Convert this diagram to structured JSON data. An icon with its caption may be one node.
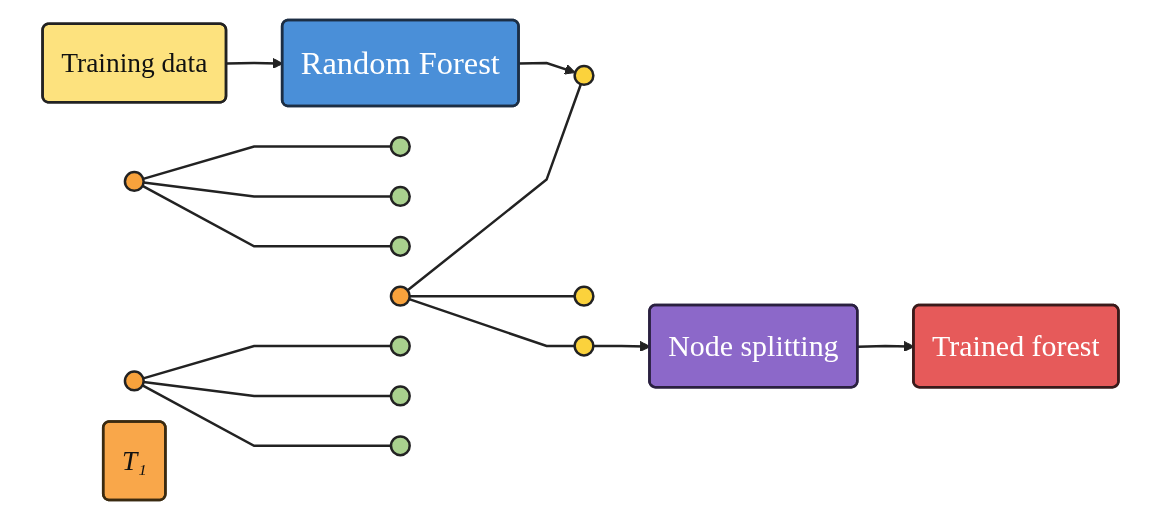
{
  "diagram": {
    "nodes": [
      {
        "text": [
          "Training data"
        ]
      },
      {
        "text": [
          "Random Forest"
        ]
      },
      {
        "text": [],
        "shape": "circle"
      },
      {
        "text": [],
        "shape": "circle"
      },
      {
        "text": [],
        "shape": "circle"
      },
      {
        "text": [],
        "shape": "circle"
      },
      {
        "text": [],
        "shape": "circle"
      },
      {
        "text": [],
        "shape": "circle"
      },
      {
        "text": [],
        "shape": "circle"
      },
      {
        "text": [],
        "shape": "circle"
      },
      {
        "text": [],
        "shape": "circle"
      },
      {
        "text": [],
        "shape": "circle"
      },
      {
        "text": [],
        "shape": "circle"
      },
      {
        "text": [],
        "shape": "circle"
      },
      {
        "text": [
          "Node splitting"
        ]
      },
      {
        "text": [
          "Trained forest"
        ]
      },
      {
        "text": [
          "T₁"
        ]
      }
    ],
    "edges": [
      {
        "from": 0,
        "to": 1,
        "arrow": "to"
      },
      {
        "from": 1,
        "to": 7,
        "arrow": "to"
      },
      {
        "from": 2,
        "to": 3,
        "arrow": "none"
      },
      {
        "from": 2,
        "to": 4,
        "arrow": "none"
      },
      {
        "from": 2,
        "to": 5,
        "arrow": "none"
      },
      {
        "from": 6,
        "to": 7,
        "arrow": "none"
      },
      {
        "from": 6,
        "to": 8,
        "arrow": "none"
      },
      {
        "from": 6,
        "to": 9,
        "arrow": "none"
      },
      {
        "from": 10,
        "to": 11,
        "arrow": "none"
      },
      {
        "from": 10,
        "to": 12,
        "arrow": "none"
      },
      {
        "from": 10,
        "to": 13,
        "arrow": "none"
      },
      {
        "from": 9,
        "to": 14,
        "arrow": "to"
      },
      {
        "from": 14,
        "to": 15,
        "arrow": "to"
      }
    ]
  }
}
